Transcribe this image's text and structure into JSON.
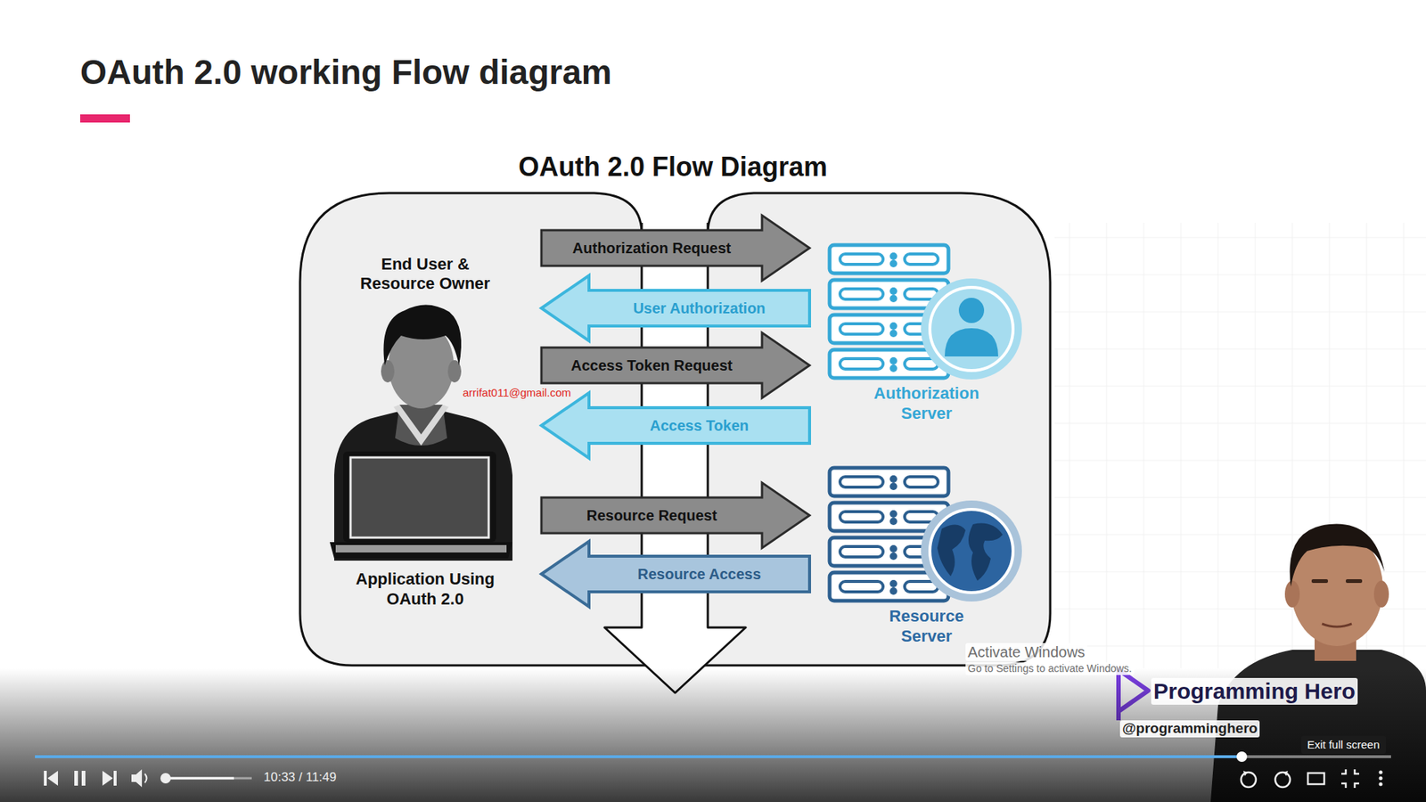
{
  "diagram": {
    "title": "OAuth 2.0 working Flow diagram",
    "nodes": [
      {
        "text": [
          "End User & Resource Owner",
          "Application Using OAuth 2.0"
        ]
      },
      {
        "text": [
          "Authorization Server"
        ]
      },
      {
        "text": [
          "Resource Server"
        ]
      }
    ],
    "edges": [
      {
        "from": 0,
        "to": 1,
        "label": "Authorization Request",
        "arrow": "to"
      },
      {
        "from": 1,
        "to": 0,
        "label": "User Authorization",
        "arrow": "to"
      },
      {
        "from": 0,
        "to": 1,
        "label": "Access Token Request",
        "arrow": "to"
      },
      {
        "from": 1,
        "to": 0,
        "label": "Access Token",
        "arrow": "to"
      },
      {
        "from": 0,
        "to": 2,
        "label": "Resource Request",
        "arrow": "to"
      },
      {
        "from": 2,
        "to": 0,
        "label": "Resource Access",
        "arrow": "to"
      }
    ],
    "labels": [
      "OAuth 2.0 Flow Diagram",
      "arrifat011@gmail.com",
      "Programming Hero",
      "@programminghero",
      "Activate Windows",
      "Go to Settings to activate Windows.",
      "10:33 / 11:49",
      "Exit full screen"
    ]
  }
}
